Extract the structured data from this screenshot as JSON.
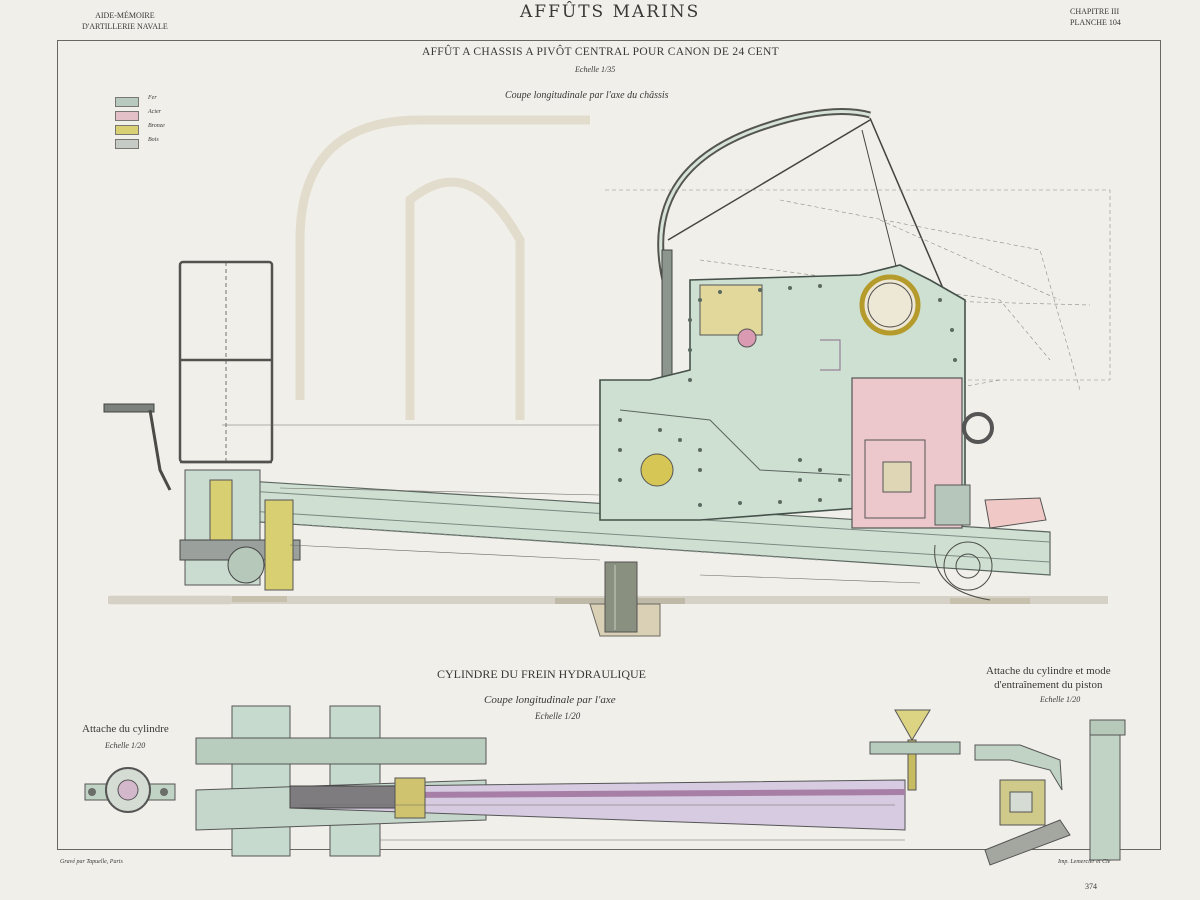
{
  "header": {
    "title": "AFFÛTS MARINS",
    "left_line1": "AIDE-MÉMOIRE",
    "left_line2": "D'ARTILLERIE NAVALE",
    "chapter": "CHAPITRE III",
    "plate": "PLANCHE 104"
  },
  "main_view": {
    "title": "AFFÛT A CHASSIS A PIVÔT CENTRAL POUR CANON DE 24 CENT",
    "scale": "Echelle 1/35",
    "section": "Coupe longitudinale par l'axe du châssis"
  },
  "legend": [
    {
      "label": "Fer",
      "color": "#b8c9c0"
    },
    {
      "label": "Acier",
      "color": "#e3bfc8"
    },
    {
      "label": "Bronze",
      "color": "#d9cf73"
    },
    {
      "label": "Bois",
      "color": "#c6cbc6"
    }
  ],
  "cylinder": {
    "title": "CYLINDRE DU FREIN HYDRAULIQUE",
    "section": "Coupe longitudinale par l'axe",
    "scale": "Echelle 1/20"
  },
  "attachment": {
    "title": "Attache du cylindre",
    "scale": "Echelle 1/20"
  },
  "drive_detail": {
    "line1": "Attache du cylindre et mode",
    "line2": "d'entraînement du piston",
    "scale": "Echelle 1/20"
  },
  "footer": {
    "engraver": "Gravé par Tapuelle, Paris",
    "printer": "Imp. Lemercier et Cie",
    "page": "374"
  }
}
